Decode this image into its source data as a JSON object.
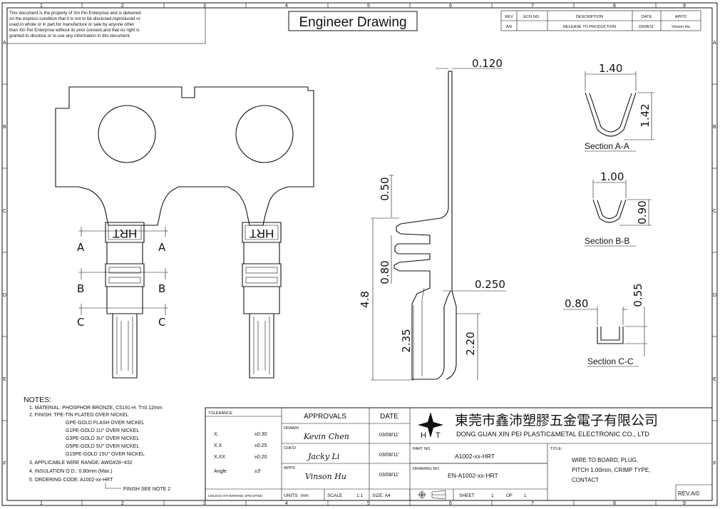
{
  "border": {
    "cols": [
      "1",
      "2",
      "3",
      "4",
      "5",
      "6",
      "7",
      "8",
      "9"
    ],
    "rows": [
      "A",
      "B",
      "C",
      "D",
      "E",
      "F"
    ]
  },
  "disclaimer": [
    "This document is the property of Xin Pei Enterprise and is delivered",
    "on the express condition that it is not to be disclosed,reproduced or",
    "used,in whole or in part,for manufacture or sale by anyone other",
    "than Xin Pei Enterprise without its prior consent,and that no right is",
    "granted to disclose or to use any information in this document."
  ],
  "title_box": "Engineer Drawing",
  "revision": {
    "headers": [
      "REV",
      "ECN NO.",
      "DESCRIPTION",
      "DATE",
      "APP'D"
    ],
    "row": [
      "A/0",
      "",
      "RELEASE TO PRODUCTION",
      "03/08/11'",
      "Vinson Hu"
    ]
  },
  "front_view": {
    "cavity_text": "HRT",
    "labels": [
      "A",
      "A",
      "B",
      "B",
      "C",
      "C"
    ]
  },
  "side_view": {
    "dims": [
      "0.120",
      "0.50",
      "0.80",
      "0.250",
      "4.8",
      "2.35",
      "2.20"
    ]
  },
  "sections": [
    {
      "name": "Section A-A",
      "dims": [
        "1.40",
        "1.42"
      ]
    },
    {
      "name": "Section B-B",
      "dims": [
        "1.00",
        "0.90"
      ]
    },
    {
      "name": "Section C-C",
      "dims": [
        "0.80",
        "0.55"
      ]
    }
  ],
  "notes": {
    "title": "NOTES:",
    "lines": [
      "1. MATERIAL: PHOSPHOR BRONZE, C5191-H. T=0.12mm",
      "2. FINISH: TPE-TIN PLATED OVER NICKEL",
      "GPE-GOLD FLASH OVER NICKEL",
      "G1PE-GOLD 1U\" OVER NICKEL",
      "G3PE-GOLD 3U\" OVER NICKEL",
      "G5PE-GOLD 5U\" OVER NICKEL",
      "G15PE-GOLD 15U\" OVER NICKEL",
      "3. APPLICABLE WIRE RANGE: AWG#28~#32",
      "4. INSULATION O.D.: 0.80mm (Max.)",
      "5. ORDERING CODE: A1002-xx-HRT"
    ],
    "finish_note": "FINISH SEE NOTE 2"
  },
  "tolerance": {
    "title": "TOLERANCE",
    "rows": [
      [
        "X.",
        "±0.30"
      ],
      [
        "X.X",
        "±0.25"
      ],
      [
        "X.XX",
        "±0.20"
      ],
      [
        "Angle",
        "±3'"
      ]
    ],
    "footer": "UNLESS OTHERWISE SPECIFIED"
  },
  "approvals": {
    "title": "APPROVALS",
    "date_title": "DATE",
    "rows": [
      {
        "role": "DRAWN",
        "name": "Kevin Chen",
        "date": "03/08/11'"
      },
      {
        "role": "CHK'D",
        "name": "Jacky Li",
        "date": "03/08/11'"
      },
      {
        "role": "APP'D",
        "name": "Vinson Hu",
        "date": "03/08/11'"
      }
    ]
  },
  "units": {
    "label": "UNITS",
    "value": "mm",
    "scale_label": "SCALE",
    "scale": "1:1",
    "size": "SIZE: A4",
    "sheet_label": "SHEET",
    "sheet": "1",
    "of": "OF",
    "total": "1"
  },
  "company": {
    "name_cn": "東莞市鑫沛塑膠五金電子有限公司",
    "name_en": "DONG GUAN XIN PEI PLASTIC&METAL ELECTRONIC CO., LTD",
    "logo_h": "H",
    "logo_t": "T"
  },
  "part": {
    "label": "PART NO.",
    "value": "A1002-xx-HRT"
  },
  "drawing": {
    "label": "DRAWING NO.",
    "value": "EN-A1002-xx-HRT"
  },
  "title": {
    "label": "TITLE:",
    "lines": [
      "WIRE TO BOARD, PLUG,",
      "PITCH 1.00mm, CRIMP TYPE,",
      "CONTACT"
    ]
  },
  "rev": "REV.A/0"
}
